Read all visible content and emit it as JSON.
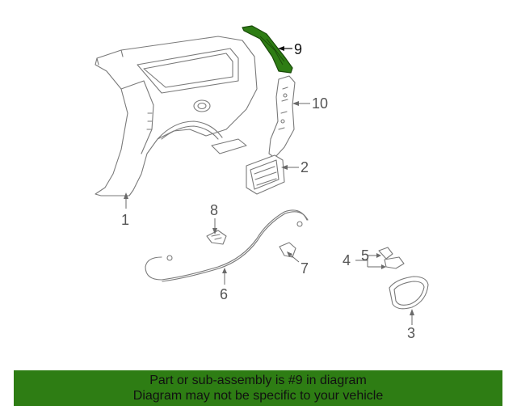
{
  "diagram": {
    "highlighted_part": "9",
    "callouts": {
      "p1": "1",
      "p2": "2",
      "p3": "3",
      "p4": "4",
      "p5": "5",
      "p6": "6",
      "p7": "7",
      "p8": "8",
      "p9": "9",
      "p10": "10"
    },
    "colors": {
      "highlight": "#2e7d14",
      "line": "#7a7a7a",
      "banner": "#2e7d14"
    }
  },
  "banner": {
    "line1": "Part or sub-assembly is #9 in diagram",
    "line2": "Diagram may not be specific to your vehicle"
  }
}
